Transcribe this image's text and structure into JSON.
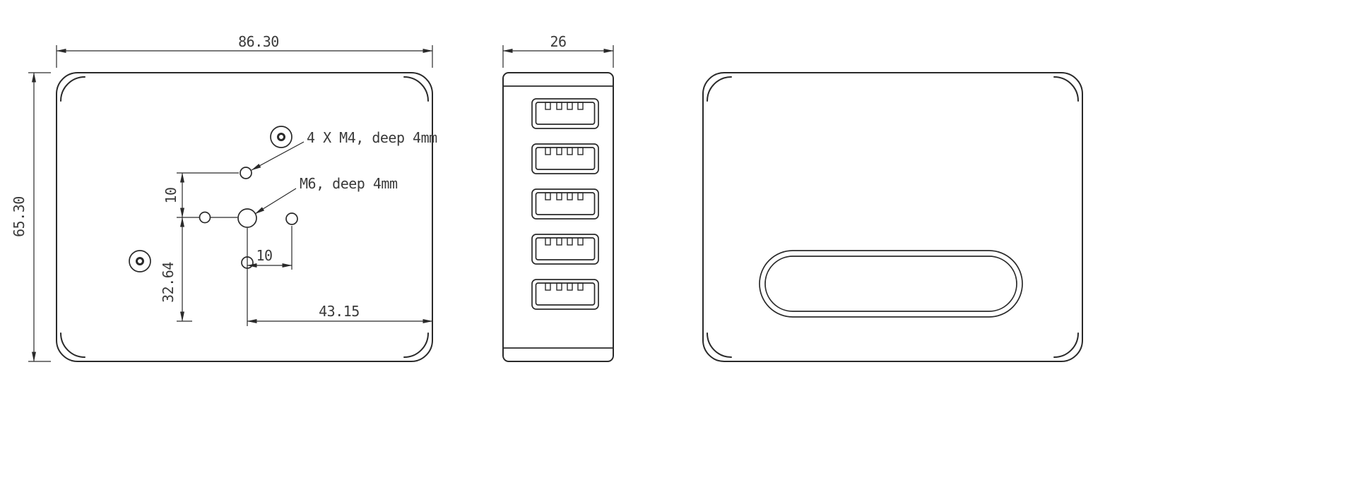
{
  "drawing": {
    "colors": {
      "background": "#ffffff",
      "line": "#2a2a2a",
      "text": "#3a3a3a"
    },
    "front_view": {
      "overall_width": "86.30",
      "overall_height": "65.30",
      "m4_offset_vertical": "10",
      "m4_offset_horizontal": "10",
      "center_to_reference_vertical": "32.64",
      "center_to_edge_horizontal": "43.15",
      "m4_holes_callout": "4 X M4, deep 4mm",
      "m6_hole_callout": "M6, deep 4mm"
    },
    "side_view": {
      "overall_depth": "26",
      "usb_port_count": 5
    }
  }
}
